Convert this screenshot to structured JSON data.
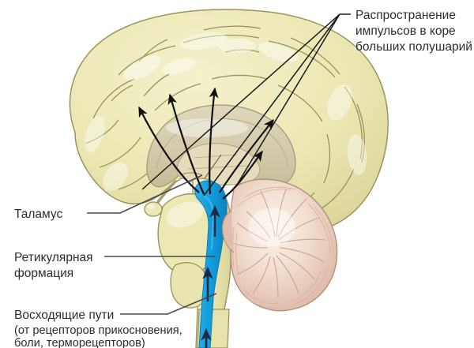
{
  "figure": {
    "title_text_present": false,
    "background_color": "#ffffff"
  },
  "labels": [
    {
      "id": "cortical-spread",
      "lines": [
        "Распространение",
        "импульсов в коре",
        "больших полушарий"
      ],
      "line1": "Распространение",
      "line2": "импульсов в коре",
      "line3": "больших полушарий",
      "position": "top-right",
      "text_color": "#2d2d2d",
      "leader_style": "multi-branch"
    },
    {
      "id": "thalamus",
      "lines": [
        "Таламус"
      ],
      "line1": "Таламус",
      "position": "left-middle",
      "text_color": "#2d2d2d",
      "leader_style": "elbow"
    },
    {
      "id": "reticular-formation",
      "lines": [
        "Ретикулярная",
        "формация"
      ],
      "line1": "Ретикулярная",
      "line2": "формация",
      "position": "left-lower",
      "text_color": "#2d2d2d",
      "leader_style": "straight"
    },
    {
      "id": "ascending-pathways",
      "lines": [
        "Восходящие пути",
        "(от рецепторов прикосновения,",
        "боли, терморецепторов)"
      ],
      "line1": "Восходящие пути",
      "line2": "(от рецепторов прикосновения,",
      "line3": "боли, терморецепторов)",
      "position": "bottom-left",
      "text_color": "#2d2d2d",
      "leader_style": "elbow"
    }
  ],
  "anatomy": {
    "cerebral_cortex": {
      "name": "cerebral-cortex",
      "fill": "#ece8b4",
      "outline": "#9a945c"
    },
    "corpus_callosum": {
      "name": "corpus-callosum",
      "fill": "#d9d2b4",
      "outline": "#a79f7c"
    },
    "thalamus_body": {
      "name": "thalamus",
      "fill": "#ece8b4",
      "outline": "#9a945c"
    },
    "cerebellum": {
      "name": "cerebellum",
      "fill": "#e8cbbd",
      "inner_fill": "#f6ece2",
      "outline": "#b59080"
    },
    "brainstem": {
      "name": "brainstem",
      "fill": "#efeabd",
      "outline": "#9a945c"
    },
    "pituitary": {
      "name": "pituitary-gland",
      "fill": "#ece8b4",
      "outline": "#9a945c"
    },
    "ascending_tract": {
      "name": "ascending-tract",
      "fill": "#139fdd",
      "description": "blue ascending sensory pathway"
    }
  },
  "arrows": {
    "cortical_impulse_arrows_count": 5,
    "tract_arrows_count": 3,
    "arrow_color": "#111111",
    "tract_arrow_color": "#1b2a46"
  }
}
